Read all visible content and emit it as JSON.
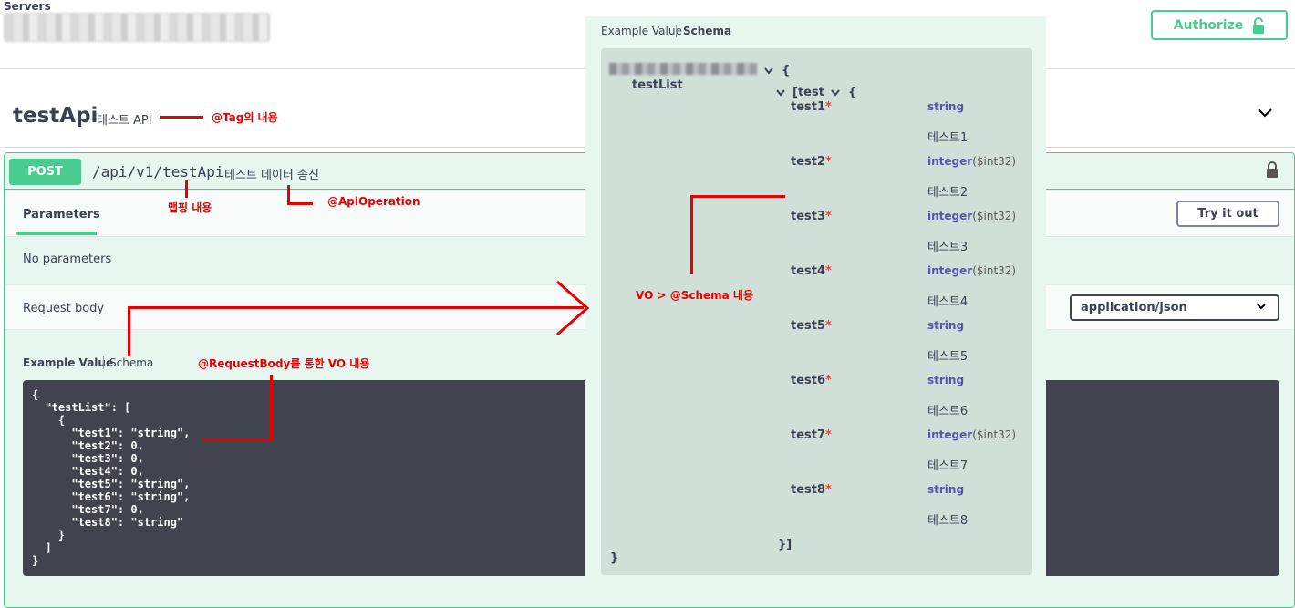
{
  "servers": {
    "label": "Servers"
  },
  "authorize": {
    "label": "Authorize"
  },
  "tag": {
    "name": "testApi",
    "description": "테스트 API",
    "annotation": "@Tag의 내용"
  },
  "operation": {
    "method": "POST",
    "path": "/api/v1/testApi",
    "summary": "테스트 데이터 송신",
    "path_annotation": "맵핑 내용",
    "summary_annotation": "@ApiOperation"
  },
  "parameters": {
    "tab_label": "Parameters",
    "try_it_out": "Try it out",
    "empty_text": "No parameters"
  },
  "request_body": {
    "label": "Request body",
    "content_type": "application/json",
    "tab_example": "Example Value",
    "tab_schema": "Schema",
    "annotation": "@RequestBody를 통한 VO 내용",
    "example_json": "{\n  \"testList\": [\n    {\n      \"test1\": \"string\",\n      \"test2\": 0,\n      \"test3\": 0,\n      \"test4\": 0,\n      \"test5\": \"string\",\n      \"test6\": \"string\",\n      \"test7\": 0,\n      \"test8\": \"string\"\n    }\n  ]\n}"
  },
  "schema_panel": {
    "tab_example": "Example Value",
    "tab_schema": "Schema",
    "open_brace": "{",
    "list_field": "testList",
    "array_open": "[test",
    "inner_open": "{",
    "inner_close": "}]",
    "outer_close": "}",
    "annotation": "VO > @Schema 내용",
    "properties": [
      {
        "name": "test1",
        "type": "string",
        "format": "",
        "description": "테스트1"
      },
      {
        "name": "test2",
        "type": "integer",
        "format": "($int32)",
        "description": "테스트2"
      },
      {
        "name": "test3",
        "type": "integer",
        "format": "($int32)",
        "description": "테스트3"
      },
      {
        "name": "test4",
        "type": "integer",
        "format": "($int32)",
        "description": "테스트4"
      },
      {
        "name": "test5",
        "type": "string",
        "format": "",
        "description": "테스트5"
      },
      {
        "name": "test6",
        "type": "string",
        "format": "",
        "description": "테스트6"
      },
      {
        "name": "test7",
        "type": "integer",
        "format": "($int32)",
        "description": "테스트7"
      },
      {
        "name": "test8",
        "type": "string",
        "format": "",
        "description": "테스트8"
      }
    ]
  },
  "colors": {
    "post_green": "#49cc90",
    "annotation_red": "#e60000",
    "code_bg": "#41444e"
  }
}
